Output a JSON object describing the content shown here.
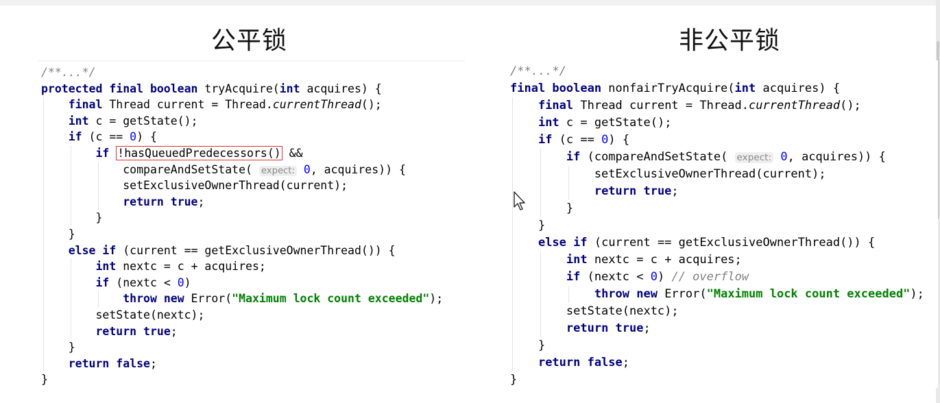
{
  "titles": {
    "fair": "公平锁",
    "nonfair": "非公平锁"
  },
  "icons": {
    "cursor": "mouse-pointer-icon"
  },
  "colors": {
    "keyword": "#000080",
    "number": "#0000ff",
    "string": "#008000",
    "comment": "#808080",
    "highlight_box": "#e03030"
  },
  "fair_code": [
    [
      {
        "t": "/**...*/",
        "c": "cmt"
      }
    ],
    [
      {
        "t": "protected final boolean",
        "c": "kw"
      },
      {
        "t": " tryAcquire("
      },
      {
        "t": "int",
        "c": "kw"
      },
      {
        "t": " acquires) {"
      }
    ],
    [
      {
        "t": "    "
      },
      {
        "t": "final",
        "c": "kw"
      },
      {
        "t": " Thread current = Thread."
      },
      {
        "t": "currentThread",
        "c": "it"
      },
      {
        "t": "();"
      }
    ],
    [
      {
        "t": "    "
      },
      {
        "t": "int",
        "c": "kw"
      },
      {
        "t": " c = getState();"
      }
    ],
    [
      {
        "t": "    "
      },
      {
        "t": "if",
        "c": "kw"
      },
      {
        "t": " (c == "
      },
      {
        "t": "0",
        "c": "num"
      },
      {
        "t": ") {"
      }
    ],
    [
      {
        "t": "        "
      },
      {
        "t": "if",
        "c": "kw"
      },
      {
        "t": " "
      },
      {
        "t": "!hasQueuedPredecessors()",
        "c": "box"
      },
      {
        "t": " &&"
      }
    ],
    [
      {
        "t": "            compareAndSetState( "
      },
      {
        "t": "expect:",
        "c": "hint"
      },
      {
        "t": " "
      },
      {
        "t": "0",
        "c": "num"
      },
      {
        "t": ", acquires)) {"
      }
    ],
    [
      {
        "t": "            setExclusiveOwnerThread(current);"
      }
    ],
    [
      {
        "t": "            "
      },
      {
        "t": "return true",
        "c": "kw"
      },
      {
        "t": ";"
      }
    ],
    [
      {
        "t": "        }"
      }
    ],
    [
      {
        "t": "    }"
      }
    ],
    [
      {
        "t": "    "
      },
      {
        "t": "else if",
        "c": "kw"
      },
      {
        "t": " (current == getExclusiveOwnerThread()) {"
      }
    ],
    [
      {
        "t": "        "
      },
      {
        "t": "int",
        "c": "kw"
      },
      {
        "t": " nextc = c + acquires;"
      }
    ],
    [
      {
        "t": "        "
      },
      {
        "t": "if",
        "c": "kw"
      },
      {
        "t": " (nextc < "
      },
      {
        "t": "0",
        "c": "num"
      },
      {
        "t": ")"
      }
    ],
    [
      {
        "t": "            "
      },
      {
        "t": "throw new",
        "c": "kw"
      },
      {
        "t": " Error("
      },
      {
        "t": "\"Maximum lock count exceeded\"",
        "c": "str"
      },
      {
        "t": ");"
      }
    ],
    [
      {
        "t": "        setState(nextc);"
      }
    ],
    [
      {
        "t": "        "
      },
      {
        "t": "return true",
        "c": "kw"
      },
      {
        "t": ";"
      }
    ],
    [
      {
        "t": "    }"
      }
    ],
    [
      {
        "t": "    "
      },
      {
        "t": "return false",
        "c": "kw"
      },
      {
        "t": ";"
      }
    ],
    [
      {
        "t": "}"
      }
    ]
  ],
  "nonfair_code": [
    [
      {
        "t": "/**...*/",
        "c": "cmt"
      }
    ],
    [
      {
        "t": "final boolean",
        "c": "kw"
      },
      {
        "t": " nonfairTryAcquire("
      },
      {
        "t": "int",
        "c": "kw"
      },
      {
        "t": " acquires) {"
      }
    ],
    [
      {
        "t": "    "
      },
      {
        "t": "final",
        "c": "kw"
      },
      {
        "t": " Thread current = Thread."
      },
      {
        "t": "currentThread",
        "c": "it"
      },
      {
        "t": "();"
      }
    ],
    [
      {
        "t": "    "
      },
      {
        "t": "int",
        "c": "kw"
      },
      {
        "t": " c = getState();"
      }
    ],
    [
      {
        "t": "    "
      },
      {
        "t": "if",
        "c": "kw"
      },
      {
        "t": " (c == "
      },
      {
        "t": "0",
        "c": "num"
      },
      {
        "t": ") {"
      }
    ],
    [
      {
        "t": "        "
      },
      {
        "t": "if",
        "c": "kw"
      },
      {
        "t": " (compareAndSetState( "
      },
      {
        "t": "expect:",
        "c": "hint"
      },
      {
        "t": " "
      },
      {
        "t": "0",
        "c": "num"
      },
      {
        "t": ", acquires)) {"
      }
    ],
    [
      {
        "t": "            setExclusiveOwnerThread(current);"
      }
    ],
    [
      {
        "t": "            "
      },
      {
        "t": "return true",
        "c": "kw"
      },
      {
        "t": ";"
      }
    ],
    [
      {
        "t": "        }"
      }
    ],
    [
      {
        "t": "    }"
      }
    ],
    [
      {
        "t": "    "
      },
      {
        "t": "else if",
        "c": "kw"
      },
      {
        "t": " (current == getExclusiveOwnerThread()) {"
      }
    ],
    [
      {
        "t": "        "
      },
      {
        "t": "int",
        "c": "kw"
      },
      {
        "t": " nextc = c + acquires;"
      }
    ],
    [
      {
        "t": "        "
      },
      {
        "t": "if",
        "c": "kw"
      },
      {
        "t": " (nextc < "
      },
      {
        "t": "0",
        "c": "num"
      },
      {
        "t": ") "
      },
      {
        "t": "// overflow",
        "c": "cmt"
      }
    ],
    [
      {
        "t": "            "
      },
      {
        "t": "throw new",
        "c": "kw"
      },
      {
        "t": " Error("
      },
      {
        "t": "\"Maximum lock count exceeded\"",
        "c": "str"
      },
      {
        "t": ");"
      }
    ],
    [
      {
        "t": "        setState(nextc);"
      }
    ],
    [
      {
        "t": "        "
      },
      {
        "t": "return true",
        "c": "kw"
      },
      {
        "t": ";"
      }
    ],
    [
      {
        "t": "    }"
      }
    ],
    [
      {
        "t": "    "
      },
      {
        "t": "return false",
        "c": "kw"
      },
      {
        "t": ";"
      }
    ],
    [
      {
        "t": "}"
      }
    ]
  ]
}
